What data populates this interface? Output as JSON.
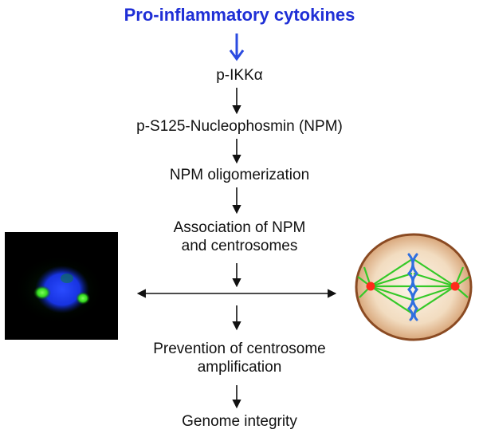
{
  "title": "Pro-inflammatory cytokines",
  "colors": {
    "title": "#1f2fd6",
    "title_arrow": "#2b4be0",
    "text": "#111111",
    "arrow": "#111111",
    "spindle": "#35c928",
    "chromosome": "#2f6fe0",
    "centrosome": "#ff2a1a",
    "cell_rim": "#8a4a22",
    "cell_fill": "#f2dcc0",
    "nucleus_stain": "#1e3cff",
    "npm_stain": "#3dff2a"
  },
  "steps": {
    "s1": "p-IKKα",
    "s2": "p-S125-Nucleophosmin (NPM)",
    "s3": "NPM oligomerization",
    "s4_line1": "Association of NPM",
    "s4_line2": "and centrosomes",
    "s5_line1": "Prevention of centrosome",
    "s5_line2": "amplification",
    "s6": "Genome integrity"
  },
  "images": {
    "left": "immunofluorescence-micrograph-npm-centrosome",
    "right": "mitotic-spindle-cell-illustration"
  }
}
